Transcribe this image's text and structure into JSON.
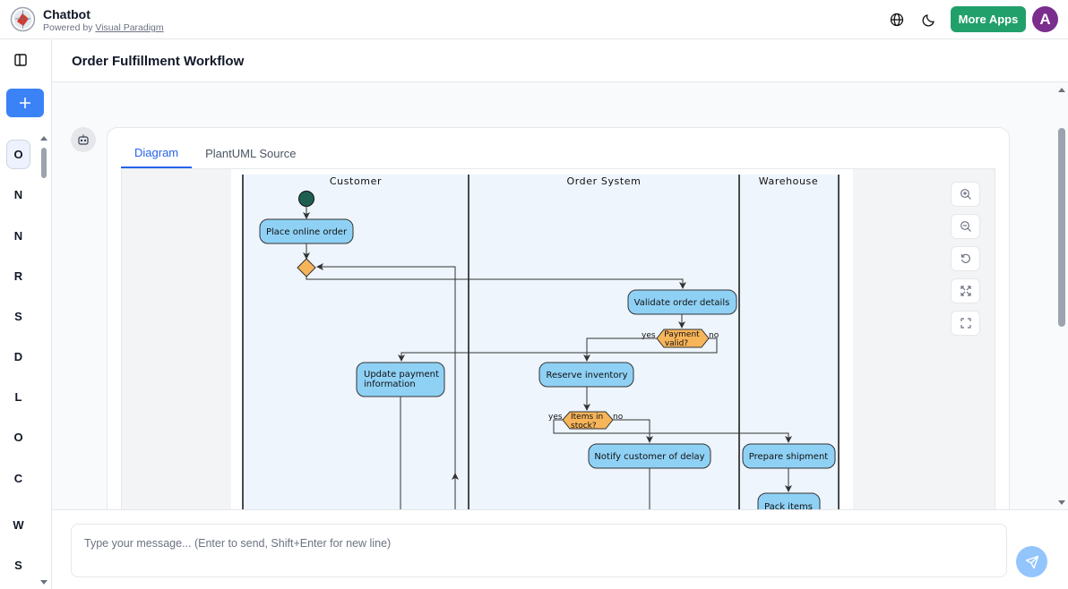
{
  "app": {
    "title": "Chatbot",
    "powered_by_prefix": "Powered by ",
    "powered_by_link": "Visual Paradigm",
    "more_apps_label": "More Apps",
    "avatar_initial": "A",
    "accent_color": "#22a06b",
    "avatar_color": "#7b2d8e"
  },
  "sidebar": {
    "new_chat_icon": "plus-icon",
    "items": [
      {
        "label": "O"
      },
      {
        "label": "N"
      },
      {
        "label": "N"
      },
      {
        "label": "R"
      },
      {
        "label": "S"
      },
      {
        "label": "D"
      },
      {
        "label": "L"
      },
      {
        "label": "O"
      },
      {
        "label": "C"
      },
      {
        "label": "W"
      },
      {
        "label": "S"
      }
    ]
  },
  "main": {
    "title": "Order Fulfillment Workflow",
    "tabs": [
      {
        "label": "Diagram",
        "active": true
      },
      {
        "label": "PlantUML Source",
        "active": false
      }
    ]
  },
  "diagram": {
    "swimlanes": [
      "Customer",
      "Order System",
      "Warehouse"
    ],
    "nodes": {
      "place_order": "Place online order",
      "validate": "Validate order details",
      "payment_q_1": "Payment",
      "payment_q_2": "valid?",
      "update_payment_1": "Update payment",
      "update_payment_2": "information",
      "reserve": "Reserve inventory",
      "stock_q_1": "Items in",
      "stock_q_2": "stock?",
      "notify": "Notify customer of delay",
      "prepare": "Prepare shipment",
      "pack": "Pack items"
    },
    "branch_labels": {
      "yes": "yes",
      "no": "no"
    }
  },
  "input": {
    "placeholder": "Type your message... (Enter to send, Shift+Enter for new line)"
  }
}
